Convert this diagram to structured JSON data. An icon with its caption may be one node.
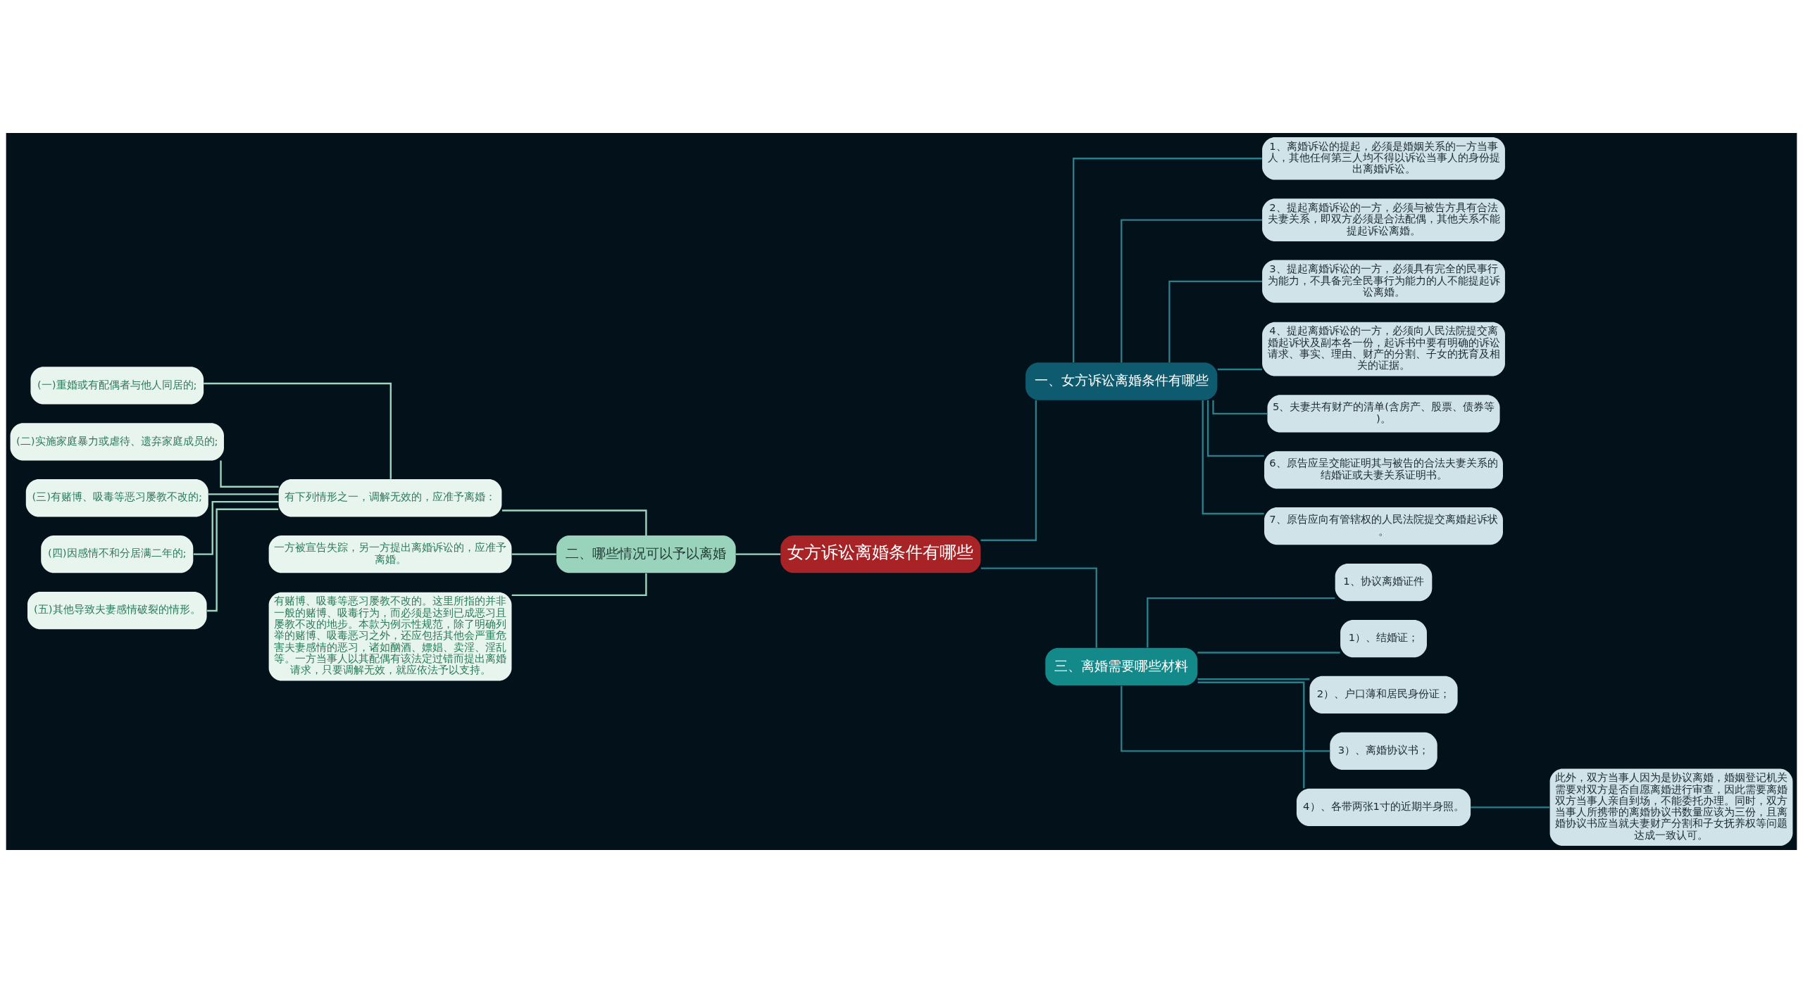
{
  "diagram": {
    "nodes": [
      {
        "text": [
          "女方诉讼离婚条件有哪些"
        ]
      },
      {
        "text": [
          "一、女方诉讼离婚条件有哪些"
        ]
      },
      {
        "text": [
          "1、离婚诉讼的提起，必须是婚姻关系的一方当事人，其他任何第三人均不得以诉讼当事人的身份提出离婚诉讼。"
        ]
      },
      {
        "text": [
          "2、提起离婚诉讼的一方，必须与被告方具有合法夫妻关系，即双方必须是合法配偶，其他关系不能提起诉讼离婚。"
        ]
      },
      {
        "text": [
          "3、提起离婚诉讼的一方，必须具有完全的民事行为能力，不具备完全民事行为能力的人不能提起诉讼离婚。"
        ]
      },
      {
        "text": [
          "4、提起离婚诉讼的一方，必须向人民法院提交离婚起诉状及副本各一份，起诉书中要有明确的诉讼请求、事实、理由、财产的分割、子女的抚育及相关的证据。"
        ]
      },
      {
        "text": [
          "5、夫妻共有财产的清单(含房产、股票、债券等)。"
        ]
      },
      {
        "text": [
          "6、原告应呈交能证明其与被告的合法夫妻关系的结婚证或夫妻关系证明书。"
        ]
      },
      {
        "text": [
          "7、原告应向有管辖权的人民法院提交离婚起诉状。"
        ]
      },
      {
        "text": [
          "三、离婚需要哪些材料"
        ]
      },
      {
        "text": [
          "1、协议离婚证件"
        ]
      },
      {
        "text": [
          "1）、结婚证；"
        ]
      },
      {
        "text": [
          "2）、户口薄和居民身份证；"
        ]
      },
      {
        "text": [
          "3）、离婚协议书；"
        ]
      },
      {
        "text": [
          "4）、各带两张1寸的近期半身照。"
        ]
      },
      {
        "text": [
          "此外，双方当事人因为是协议离婚，婚姻登记机关需要对双方是否自愿离婚进行审查，因此需要离婚双方当事人亲自到场，不能委托办理。同时，双方当事人所携带的离婚协议书数量应该为三份，且离婚协议书应当就夫妻财产分割和子女抚养权等问题达成一致认可。"
        ]
      },
      {
        "text": [
          "二、哪些情况可以予以离婚"
        ]
      },
      {
        "text": [
          "有下列情形之一，调解无效的，应准予离婚："
        ]
      },
      {
        "text": [
          "(一)重婚或有配偶者与他人同居的;"
        ]
      },
      {
        "text": [
          "(二)实施家庭暴力或虐待、遗弃家庭成员的;"
        ]
      },
      {
        "text": [
          "(三)有赌博、吸毒等恶习屡教不改的;"
        ]
      },
      {
        "text": [
          "(四)因感情不和分居满二年的;"
        ]
      },
      {
        "text": [
          "(五)其他导致夫妻感情破裂的情形。"
        ]
      },
      {
        "text": [
          "一方被宣告失踪，另一方提出离婚诉讼的，应准予离婚。"
        ]
      },
      {
        "text": [
          "有赌博、吸毒等恶习屡教不改的。这里所指的并非一般的赌博、吸毒行为，而必须是达到已成恶习且屡教不改的地步。本款为例示性规范，除了明确列举的赌博、吸毒恶习之外，还应包括其他会严重危害夫妻感情的恶习，诸如酗酒、嫖娼、卖淫、淫乱等。一方当事人以其配偶有该法定过错而提出离婚请求，只要调解无效，就应依法予以支持。"
        ]
      }
    ],
    "edges": [
      {
        "from": 0,
        "to": 1,
        "arrow": "none"
      },
      {
        "from": 1,
        "to": 2,
        "arrow": "none"
      },
      {
        "from": 1,
        "to": 3,
        "arrow": "none"
      },
      {
        "from": 1,
        "to": 4,
        "arrow": "none"
      },
      {
        "from": 1,
        "to": 5,
        "arrow": "none"
      },
      {
        "from": 1,
        "to": 6,
        "arrow": "none"
      },
      {
        "from": 1,
        "to": 7,
        "arrow": "none"
      },
      {
        "from": 1,
        "to": 8,
        "arrow": "none"
      },
      {
        "from": 0,
        "to": 9,
        "arrow": "none"
      },
      {
        "from": 9,
        "to": 10,
        "arrow": "none"
      },
      {
        "from": 9,
        "to": 11,
        "arrow": "none"
      },
      {
        "from": 9,
        "to": 12,
        "arrow": "none"
      },
      {
        "from": 9,
        "to": 13,
        "arrow": "none"
      },
      {
        "from": 9,
        "to": 14,
        "arrow": "none"
      },
      {
        "from": 14,
        "to": 15,
        "arrow": "none"
      },
      {
        "from": 0,
        "to": 16,
        "arrow": "none",
        "color": "#9fd6c2"
      },
      {
        "from": 16,
        "to": 17,
        "arrow": "none",
        "color": "#9fd6c2"
      },
      {
        "from": 17,
        "to": 18,
        "arrow": "none",
        "color": "#9fd6c2"
      },
      {
        "from": 17,
        "to": 19,
        "arrow": "none",
        "color": "#9fd6c2"
      },
      {
        "from": 17,
        "to": 20,
        "arrow": "none",
        "color": "#9fd6c2"
      },
      {
        "from": 17,
        "to": 21,
        "arrow": "none",
        "color": "#9fd6c2"
      },
      {
        "from": 17,
        "to": 22,
        "arrow": "none",
        "color": "#9fd6c2"
      },
      {
        "from": 16,
        "to": 23,
        "arrow": "none",
        "color": "#9fd6c2"
      },
      {
        "from": 16,
        "to": 24,
        "arrow": "none",
        "color": "#9fd6c2"
      }
    ]
  }
}
